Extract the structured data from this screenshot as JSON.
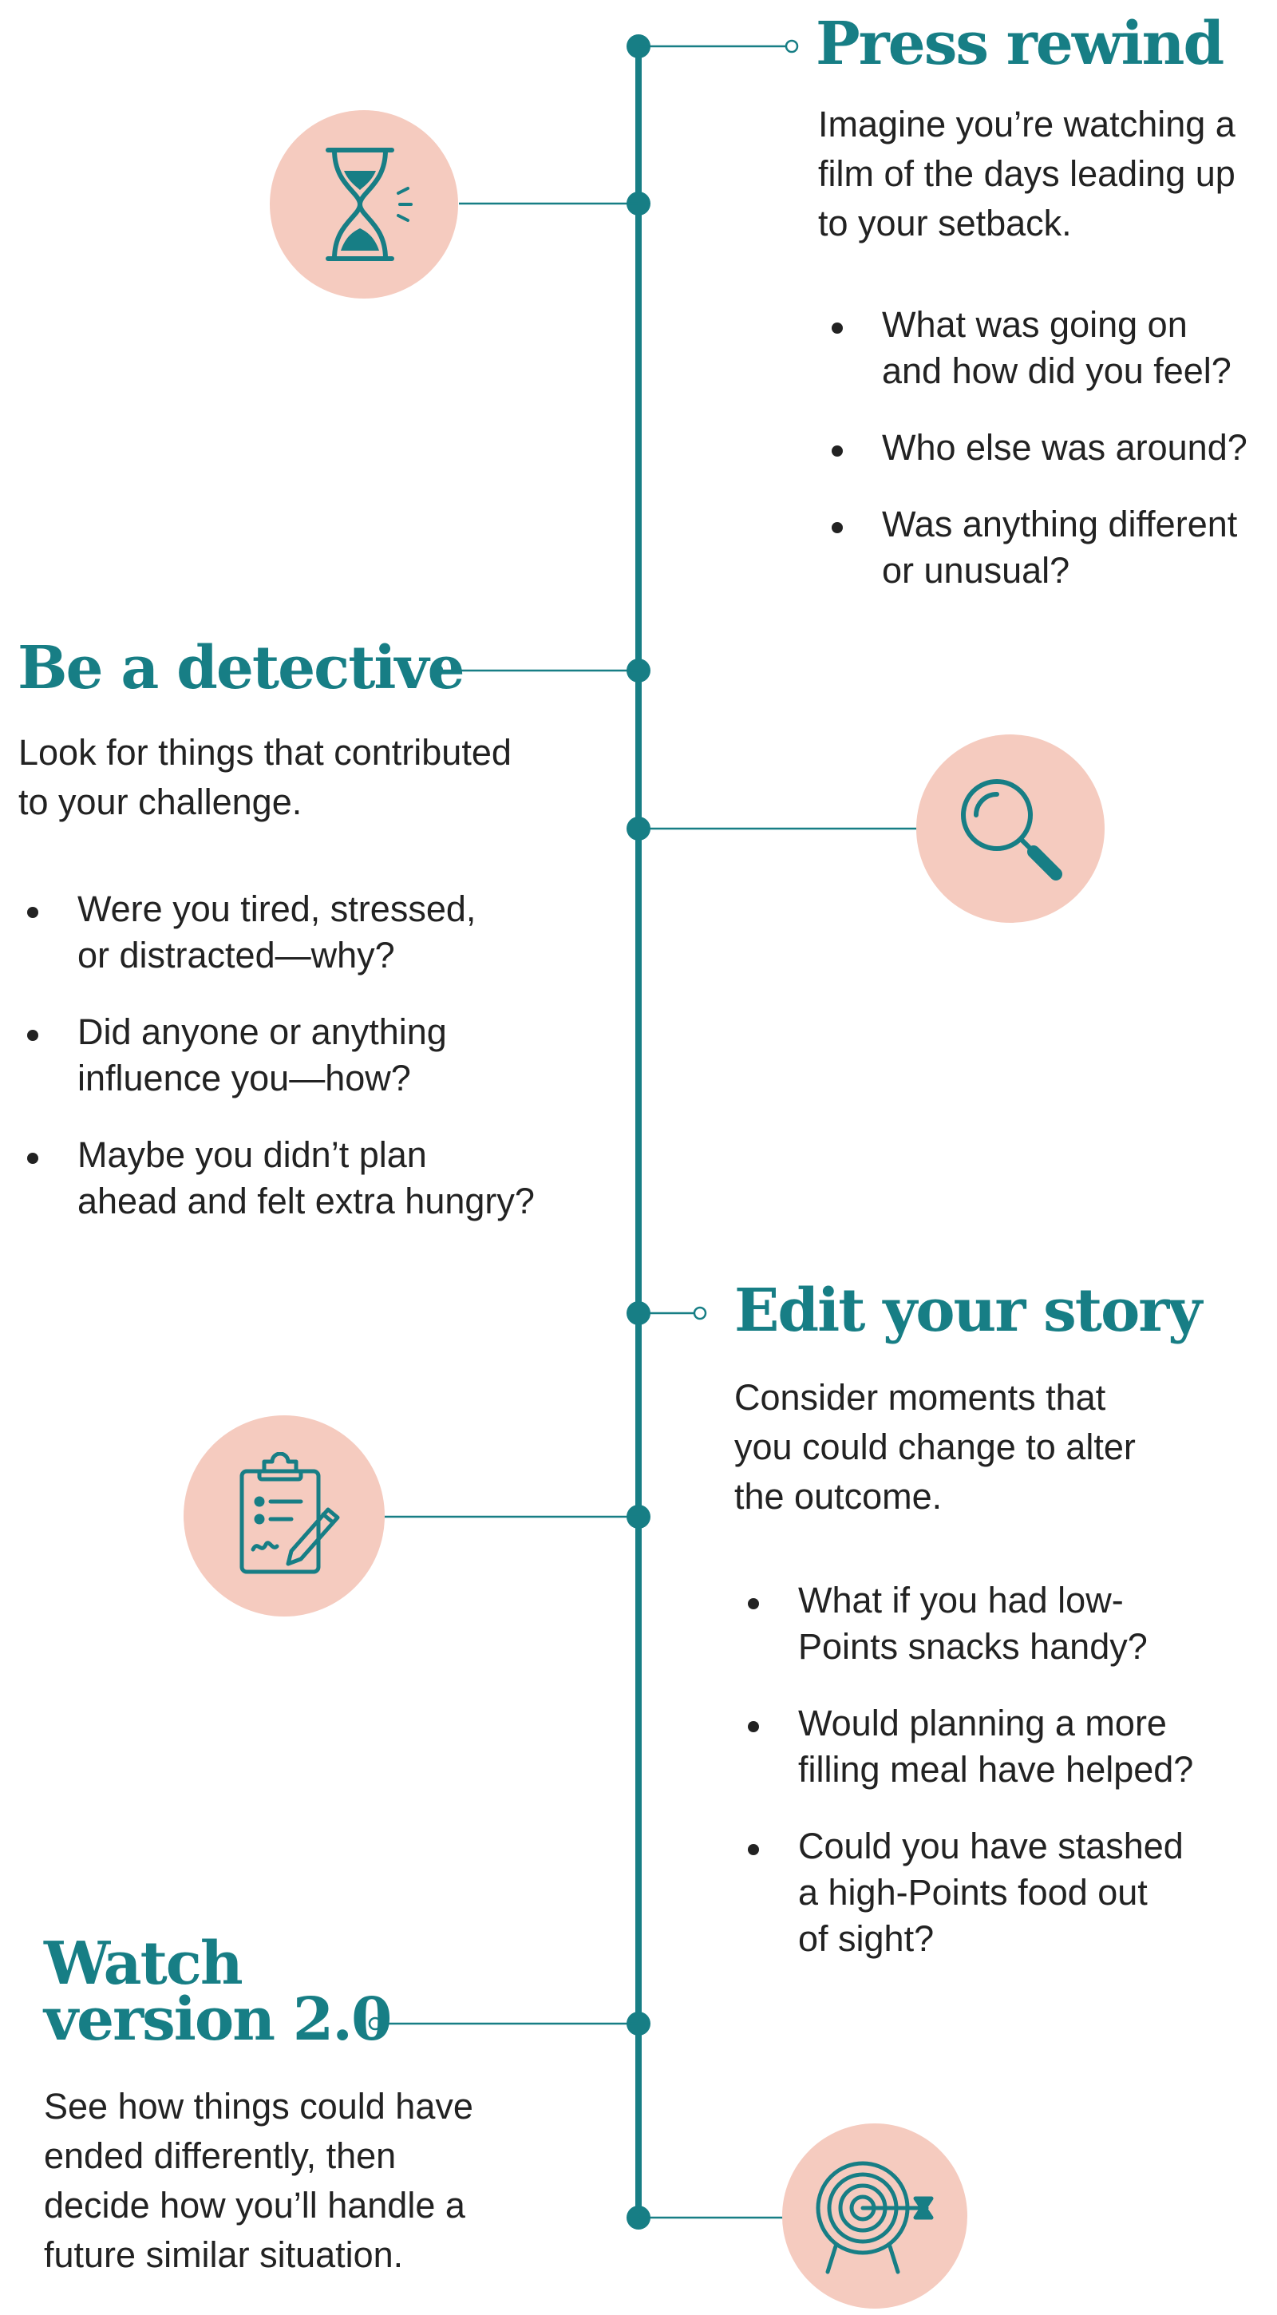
{
  "colors": {
    "accent": "#177e85",
    "icon_bg": "#f5cbbf",
    "text": "#222222"
  },
  "sections": [
    {
      "heading": "Press rewind",
      "intro": [
        "Imagine you’re watching a",
        "film of the days leading up",
        "to your setback."
      ],
      "bullets": [
        [
          "What was going on",
          "and how did you feel?"
        ],
        [
          "Who else was around?"
        ],
        [
          "Was anything different",
          "or unusual?"
        ]
      ],
      "icon": "hourglass-icon"
    },
    {
      "heading": "Be a detective",
      "intro": [
        "Look for things that contributed",
        "to your challenge."
      ],
      "bullets": [
        [
          "Were you tired, stressed,",
          "or distracted—why?"
        ],
        [
          "Did anyone or anything",
          "influence you—how?"
        ],
        [
          "Maybe you didn’t plan",
          "ahead and felt extra hungry?"
        ]
      ],
      "icon": "magnifying-glass-icon"
    },
    {
      "heading": "Edit your story",
      "intro": [
        "Consider moments that",
        "you could change to alter",
        "the outcome."
      ],
      "bullets": [
        [
          "What if you had low-",
          "Points snacks handy?"
        ],
        [
          "Would planning a more",
          "filling meal have helped?"
        ],
        [
          "Could you have stashed",
          "a high-Points food out",
          "of sight?"
        ]
      ],
      "icon": "clipboard-checklist-icon"
    },
    {
      "heading": [
        "Watch",
        "version 2.0"
      ],
      "intro": [
        "See how things could have",
        "ended differently, then",
        "decide how you’ll handle a",
        "future similar situation."
      ],
      "icon": "target-arrow-icon"
    }
  ]
}
